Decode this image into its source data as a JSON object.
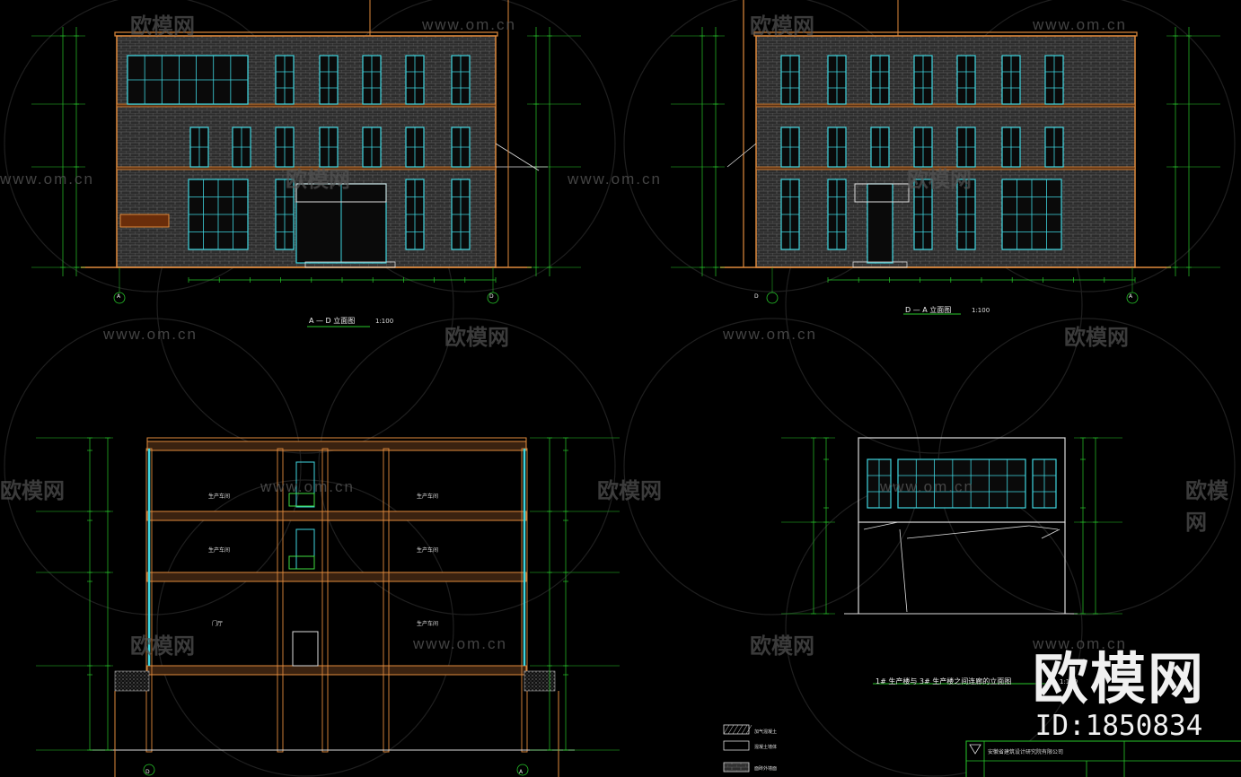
{
  "watermark": {
    "site": "www.om.cn",
    "logo": "欧模网"
  },
  "brand": {
    "name": "欧模网",
    "id": "ID:1850834"
  },
  "drawings": {
    "elevation_left": {
      "title": "A — D 立面图",
      "scale": "1:100"
    },
    "elevation_right": {
      "title": "D — A 立面图",
      "scale": "1:100"
    },
    "corridor": {
      "title": "1# 生产楼与 3# 生产楼之间连廊的立面图",
      "scale": "1:100"
    }
  },
  "rooms": {
    "production": "生产车间",
    "hall": "门厅"
  },
  "axes": {
    "a": "A",
    "d": "D"
  },
  "legend": [
    "加气混凝土",
    "混凝土墙体",
    "面砖外墙面"
  ],
  "titleblock": {
    "company": "安徽省建筑设计研究院有限公司"
  },
  "colors": {
    "background": "#000000",
    "brick": "#3a3a3a",
    "wall_outline": "#e08a3c",
    "window": "#3fd6e0",
    "dimension": "#27c72a",
    "text": "#f0f0f0"
  }
}
